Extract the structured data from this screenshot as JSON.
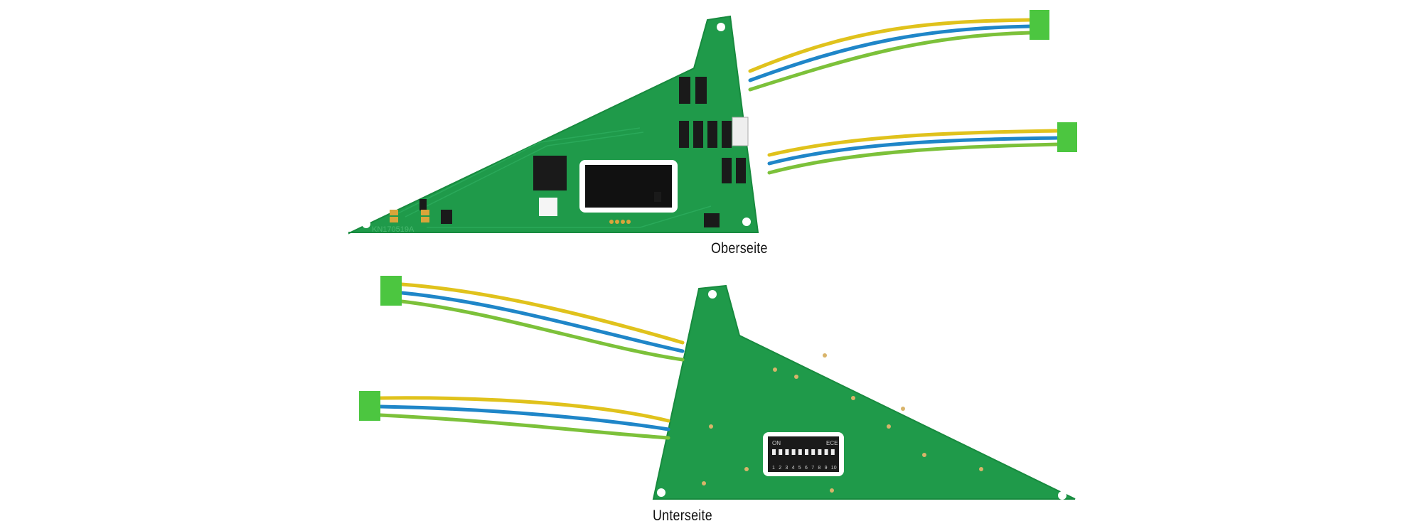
{
  "captions": {
    "top": "Oberseite",
    "bottom": "Unterseite"
  },
  "top_board": {
    "serial": "KN170519A"
  },
  "dip_switch": {
    "on_label": "ON",
    "brand": "ECE",
    "positions": [
      "1",
      "2",
      "3",
      "4",
      "5",
      "6",
      "7",
      "8",
      "9",
      "10"
    ]
  },
  "colors": {
    "pcb": "#1f9a4a",
    "pcb_edge": "#178a3e",
    "wire_yellow": "#e0c21c",
    "wire_blue": "#1f86c8",
    "wire_green": "#7cc13a",
    "connector": "#4cc640"
  }
}
